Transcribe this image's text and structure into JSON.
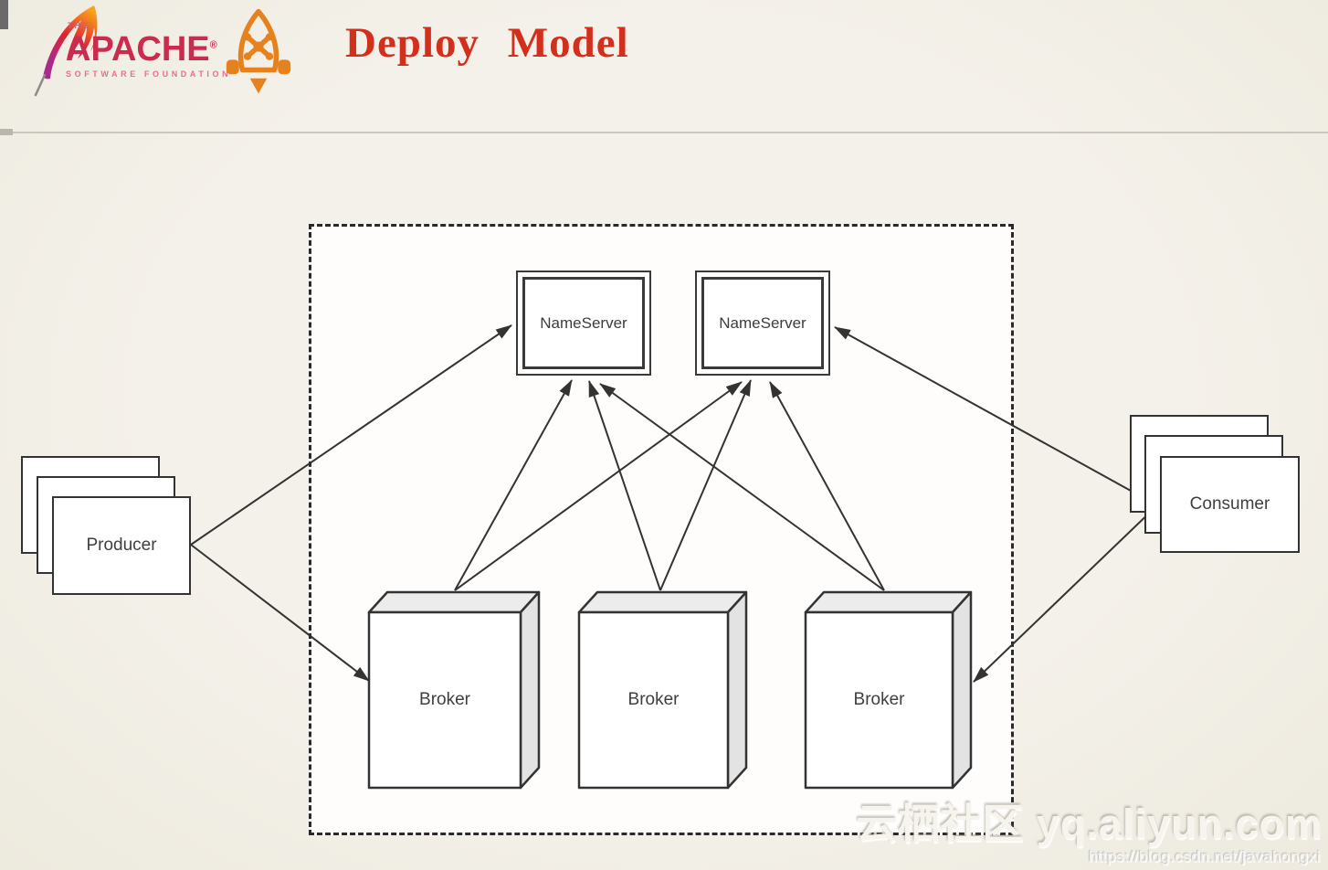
{
  "header": {
    "apache": {
      "the": "THE",
      "name": "APACHE",
      "registered": "®",
      "subtitle": "SOFTWARE FOUNDATION"
    },
    "title": "Deploy Model"
  },
  "nodes": {
    "nameserver1": "NameServer",
    "nameserver2": "NameServer",
    "broker1": "Broker",
    "broker2": "Broker",
    "broker3": "Broker",
    "producer": "Producer",
    "consumer": "Consumer"
  },
  "edges": [
    {
      "from": "producer",
      "to": "nameserver-1"
    },
    {
      "from": "producer",
      "to": "broker-1"
    },
    {
      "from": "broker-1",
      "to": "nameserver-1"
    },
    {
      "from": "broker-1",
      "to": "nameserver-2"
    },
    {
      "from": "broker-2",
      "to": "nameserver-1"
    },
    {
      "from": "broker-2",
      "to": "nameserver-2"
    },
    {
      "from": "broker-3",
      "to": "nameserver-1"
    },
    {
      "from": "broker-3",
      "to": "nameserver-2"
    },
    {
      "from": "consumer",
      "to": "nameserver-2"
    },
    {
      "from": "consumer",
      "to": "broker-3"
    }
  ],
  "icons": {
    "apache_feather": "feather-icon",
    "rocketmq_logo": "rocket-icon"
  },
  "watermark": {
    "site": "云栖社区 yq.aliyun.com",
    "url": "https://blog.csdn.net/javahongxi"
  },
  "colors": {
    "title_red": "#d2301c",
    "apache_red": "#c92c4e",
    "apache_pink": "#e2738c",
    "rocket_orange": "#e5821f",
    "line_dark": "#333333",
    "background_cream": "#f2efe8",
    "box_fill": "#ffffff"
  }
}
